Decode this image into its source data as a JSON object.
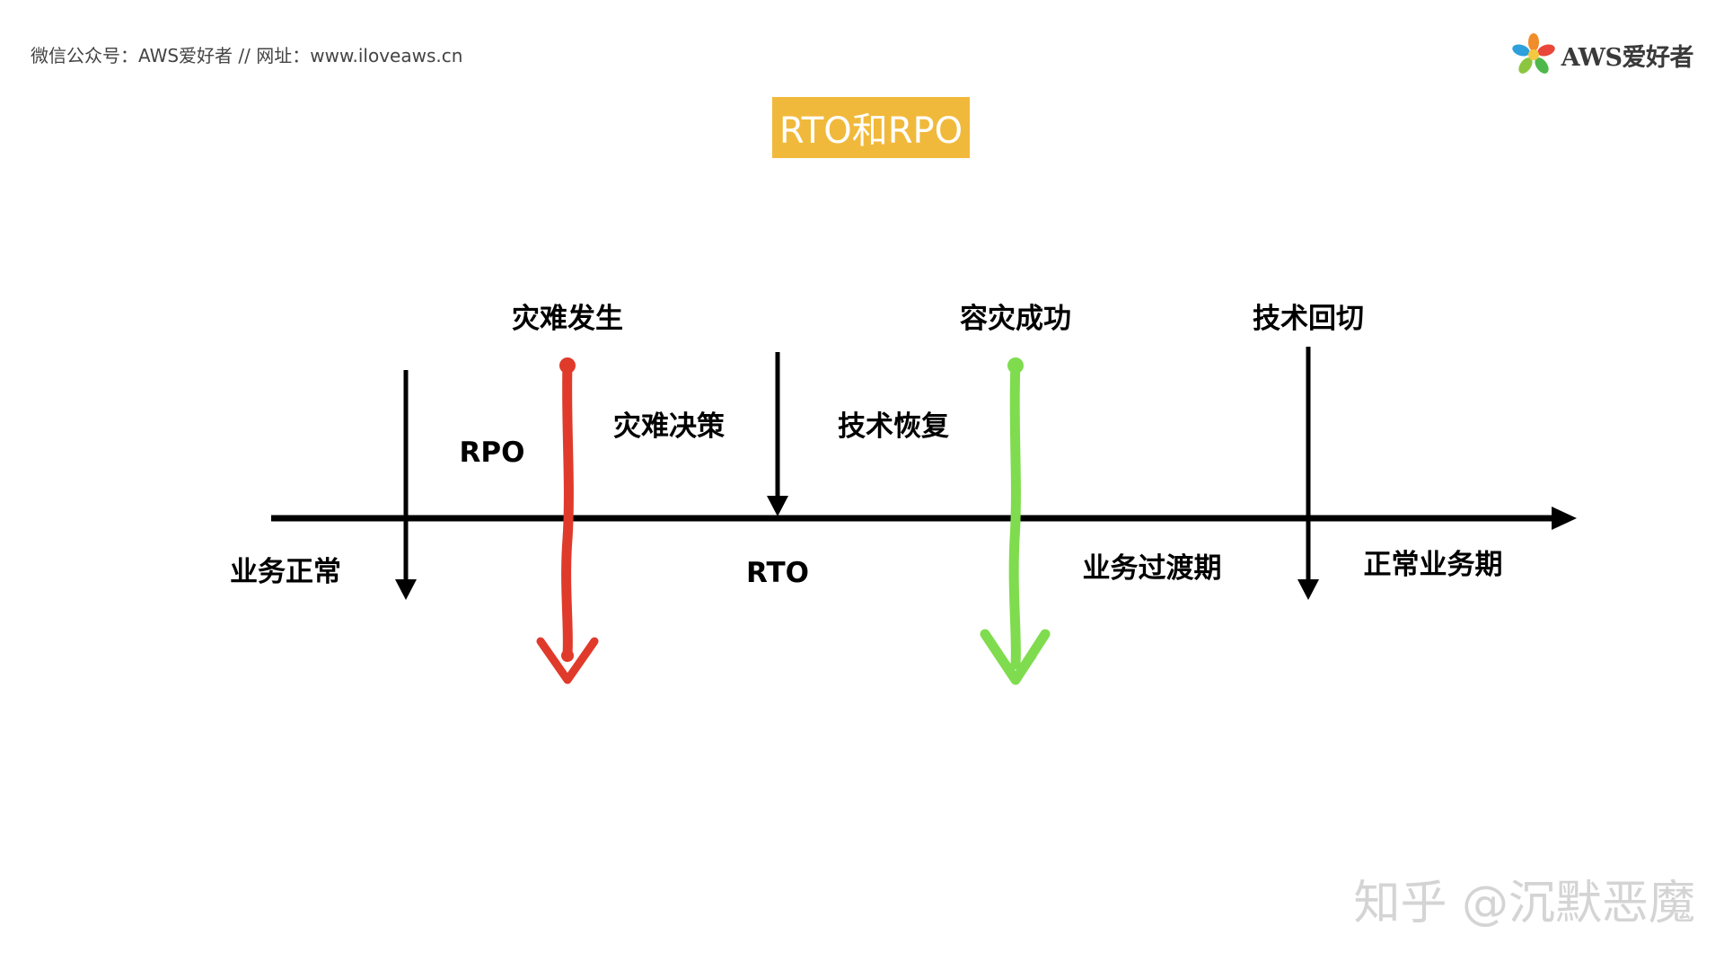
{
  "header": {
    "info_text": "微信公众号：AWS爱好者  //  网址：www.iloveaws.cn",
    "brand_name": "AWS爱好者"
  },
  "title": "RTO和RPO",
  "labels": {
    "disaster_occurs": "灾难发生",
    "dr_success": "容灾成功",
    "tech_switchback": "技术回切",
    "rpo": "RPO",
    "disaster_decision": "灾难决策",
    "tech_recovery": "技术恢复",
    "business_normal": "业务正常",
    "rto": "RTO",
    "business_transition": "业务过渡期",
    "normal_business_period": "正常业务期"
  },
  "colors": {
    "disaster_arrow": "#e03a2b",
    "success_arrow": "#7fdc4e",
    "title_badge": "#f1b93b",
    "axis": "#000000"
  },
  "watermark": "知乎 @沉默恶魔"
}
